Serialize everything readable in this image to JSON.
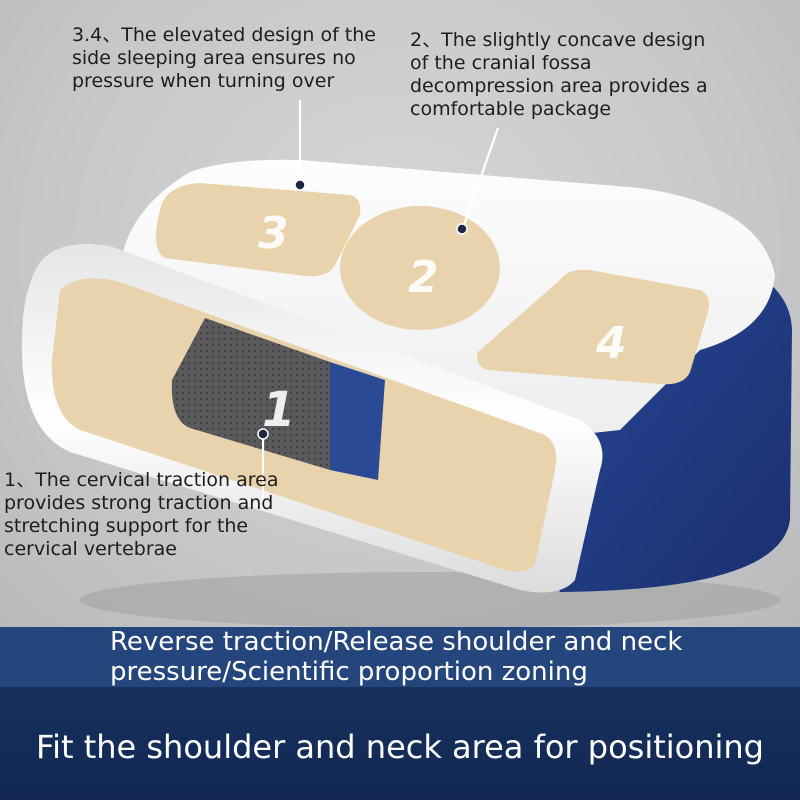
{
  "callouts": {
    "zone_34": "3.4、The elevated design of the side sleeping area ensures no pressure when turning over",
    "zone_2": "2、The slightly concave design of the cranial fossa decompression area provides a comfortable package",
    "zone_1": "1、The cervical traction area provides strong traction and stretching support for the cervical vertebrae"
  },
  "zones": {
    "z1": "1",
    "z2": "2",
    "z3": "3",
    "z4": "4"
  },
  "banner": {
    "subtitle": "Reverse traction/Release shoulder and neck pressure/Scientific proportion zoning",
    "title": "Fit the shoulder and neck area for positioning"
  },
  "colors": {
    "navy_band": "#25467d",
    "deep_navy": "#17305e",
    "pillow_blue": "#1f3a86",
    "zone_beige": "#e9d3ad",
    "traction_grey": "#5b5b5e"
  }
}
